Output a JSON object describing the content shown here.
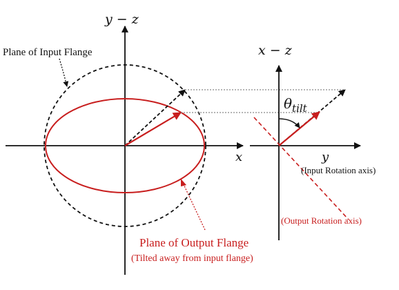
{
  "colors": {
    "black": "#111111",
    "red": "#c81e1e",
    "dotted_gray": "#888888",
    "background": "#ffffff"
  },
  "left_view": {
    "vertical_axis_label": "y − z",
    "horizontal_axis_label": "x",
    "input_plane_label": "Plane of Input Flange",
    "output_plane_label": "Plane of Output Flange",
    "output_plane_sublabel": "(Tilted away from input flange)"
  },
  "right_view": {
    "vertical_axis_label": "x − z",
    "horizontal_axis_label": "y",
    "angle_symbol": "θ",
    "angle_subscript": "tilt",
    "input_axis_label": "(Input Rotation axis)",
    "output_axis_label": "(Output Rotation axis)"
  },
  "icons": {
    "axis_arrowhead": "arrowhead-icon",
    "vector_arrowhead": "arrowhead-icon"
  }
}
